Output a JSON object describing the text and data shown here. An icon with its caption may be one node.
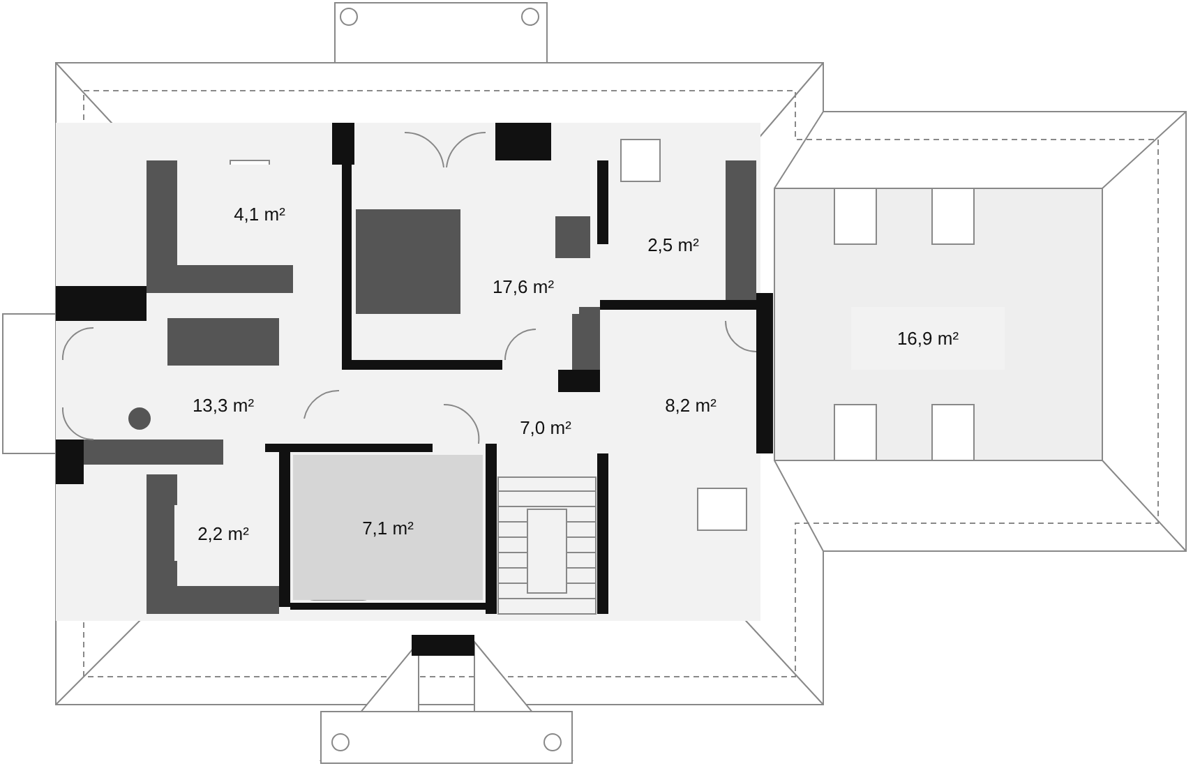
{
  "diagram": {
    "nodes": [
      {
        "text": [
          "4,1 m²"
        ]
      },
      {
        "text": [
          "17,6 m²"
        ]
      },
      {
        "text": [
          "2,5 m²"
        ]
      },
      {
        "text": [
          "16,9 m²"
        ]
      },
      {
        "text": [
          "13,3 m²"
        ]
      },
      {
        "text": [
          "8,2 m²"
        ]
      },
      {
        "text": [
          "7,0 m²"
        ]
      },
      {
        "text": [
          "7,1 m²"
        ]
      },
      {
        "text": [
          "2,2 m²"
        ]
      }
    ]
  }
}
